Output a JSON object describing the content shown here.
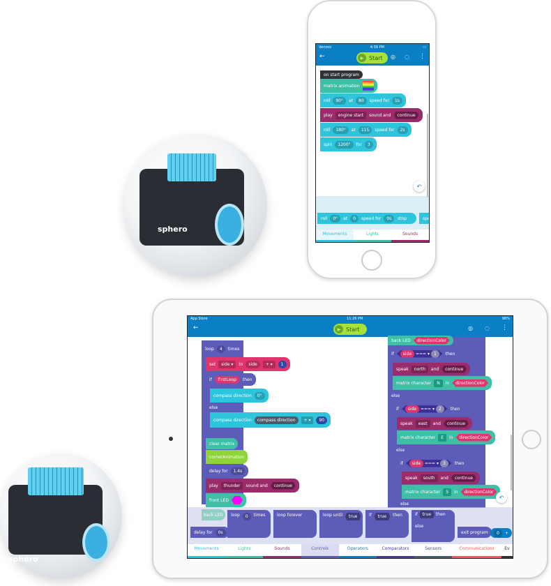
{
  "robot": {
    "brand": "sphero"
  },
  "phone": {
    "status": {
      "carrier": "Verizon",
      "time": "4:39 PM"
    },
    "header": {
      "start": "Start"
    },
    "blocks": {
      "on_start": "on start program",
      "matrix_animation": "matrix animation",
      "roll1": {
        "label": "roll",
        "heading": "90°",
        "at": "at",
        "speed": "80",
        "speed_for": "speed for",
        "duration": "1s"
      },
      "play": {
        "label": "play",
        "sound": "engine start",
        "sound_and": "sound and",
        "mode": "continue"
      },
      "roll2": {
        "label": "roll",
        "heading": "180°",
        "at": "at",
        "speed": "115",
        "speed_for": "speed for",
        "duration": "2s"
      },
      "spin": {
        "label": "spin",
        "degrees": "1200°",
        "for": "for",
        "count": "3"
      }
    },
    "palette": {
      "roll": "roll",
      "heading": "0°",
      "at": "at",
      "speed": "0",
      "speed_for": "speed for",
      "duration": "0s",
      "stop": "stop",
      "speed_cut": "speed"
    },
    "tabs": [
      {
        "label": "Movements",
        "color": "#2ec4dc"
      },
      {
        "label": "Lights",
        "color": "#3fbfa6"
      },
      {
        "label": "Sounds",
        "color": "#9a2c6c"
      }
    ]
  },
  "tablet": {
    "status": {
      "left": "App Store",
      "time": "11:26 PM",
      "battery": "98%"
    },
    "header": {
      "start": "Start"
    },
    "left": {
      "loop": {
        "label": "loop",
        "count": "4",
        "times": "times"
      },
      "set": {
        "label": "set",
        "var": "side ▾",
        "to": "to",
        "operand": "side",
        "op": "+ ▾",
        "value": "1"
      },
      "if": {
        "label": "if",
        "cond": "firstLoop",
        "then": "then"
      },
      "compass1": {
        "label": "compass direction",
        "value": "0°"
      },
      "else": "else",
      "compass2": {
        "label": "compass direction",
        "operand": "compass direction",
        "op": "+ ▾",
        "value": "90"
      },
      "clear": "clear matrix",
      "corner": "cornerAnimation",
      "delay": {
        "label": "delay for",
        "value": "1.4s"
      },
      "play": {
        "label": "play",
        "sound": "thunder",
        "sound_and": "sound and",
        "mode": "continue"
      },
      "front": "front LED",
      "back": "back LED"
    },
    "right": {
      "back_led": {
        "label": "back LED",
        "value": "directionColor"
      },
      "if1": {
        "label": "if",
        "var": "side",
        "op": "=== ▾",
        "value": "1",
        "then": "then"
      },
      "speak1": {
        "label": "speak",
        "word": "north",
        "and": "and",
        "mode": "continue"
      },
      "matrix1": {
        "label": "matrix character",
        "char": "N",
        "in": "in",
        "color": "directionColor"
      },
      "else1": "else",
      "if2": {
        "label": "if",
        "var": "side",
        "op": "=== ▾",
        "value": "2",
        "then": "then"
      },
      "speak2": {
        "label": "speak",
        "word": "east",
        "and": "and",
        "mode": "continue"
      },
      "matrix2": {
        "label": "matrix character",
        "char": "E",
        "in": "in",
        "color": "directionColor"
      },
      "else2": "else",
      "if3": {
        "label": "if",
        "var": "side",
        "op": "=== ▾",
        "value": "3",
        "then": "then"
      },
      "speak3": {
        "label": "speak",
        "word": "south",
        "and": "and",
        "mode": "continue"
      },
      "matrix3": {
        "label": "matrix character",
        "char": "S",
        "in": "in",
        "color": "directionColor"
      },
      "else3": "else"
    },
    "palette": {
      "delay": {
        "label": "delay for",
        "value": "0s"
      },
      "loop": {
        "label": "loop",
        "count": "0",
        "times": "times"
      },
      "forever": "loop forever",
      "until": {
        "label": "loop until",
        "cond": "true"
      },
      "if": {
        "label": "if",
        "cond": "true",
        "then": "then"
      },
      "ifelse": {
        "label": "if",
        "cond": "true",
        "then": "then",
        "else": "else"
      },
      "exit": "exit program",
      "num": {
        "value": "0",
        "op": "+"
      }
    },
    "tabs": [
      {
        "label": "Movements",
        "color": "#2ec4dc"
      },
      {
        "label": "Lights",
        "color": "#3fbfa6"
      },
      {
        "label": "Sounds",
        "color": "#9a2c6c"
      },
      {
        "label": "Controls",
        "color": "#5e5cb9"
      },
      {
        "label": "Operators",
        "color": "#0b7fc6"
      },
      {
        "label": "Comparators",
        "color": "#4a3aa0"
      },
      {
        "label": "Sensors",
        "color": "#4a5a6a"
      },
      {
        "label": "Communications",
        "color": "#f05a5a"
      },
      {
        "label": "Ev",
        "color": "#333333"
      }
    ]
  }
}
